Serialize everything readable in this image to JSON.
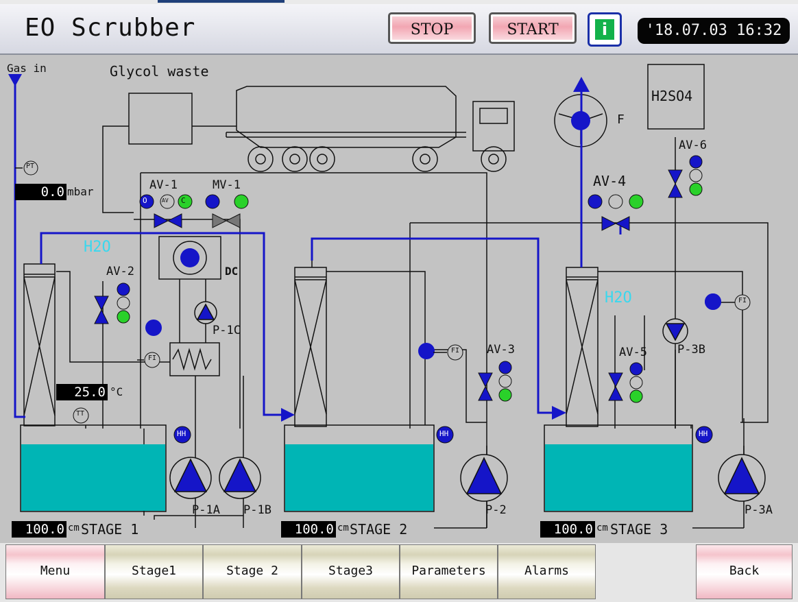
{
  "header": {
    "title": "EO Scrubber",
    "stop_label": "STOP",
    "start_label": "START",
    "info_label": "i",
    "datetime": "'18.07.03 16:32"
  },
  "process": {
    "gas_in": "Gas in",
    "glycol_waste": "Glycol waste",
    "h2so4": "H2SO4",
    "h2o_1": "H2O",
    "h2o_2": "H2O",
    "fan": "F",
    "dc": "DC",
    "pressure_tag": "PT",
    "pressure_value": "0.0",
    "pressure_unit": "mbar",
    "temp_tag": "TT",
    "temp_value": "25.0",
    "temp_unit": "°C",
    "valves": {
      "av1": "AV-1",
      "mv1": "MV-1",
      "av2": "AV-2",
      "av3": "AV-3",
      "av4": "AV-4",
      "av5": "AV-5",
      "av6": "AV-6"
    },
    "pumps": {
      "p1a": "P-1A",
      "p1b": "P-1B",
      "p1c": "P-1C",
      "p2": "P-2",
      "p3a": "P-3A",
      "p3b": "P-3B"
    },
    "level_alarm": "HH",
    "flow_tag": "FI",
    "valve_open": "O",
    "valve_close": "C",
    "valve_av": "AV",
    "stages": [
      {
        "level": "100.0",
        "unit": "cm",
        "name": "STAGE 1"
      },
      {
        "level": "100.0",
        "unit": "cm",
        "name": "STAGE 2"
      },
      {
        "level": "100.0",
        "unit": "cm",
        "name": "STAGE 3"
      }
    ]
  },
  "nav": {
    "menu": "Menu",
    "stage1": "Stage1",
    "stage2": "Stage 2",
    "stage3": "Stage3",
    "parameters": "Parameters",
    "alarms": "Alarms",
    "back": "Back"
  },
  "colors": {
    "pipe_blue": "#1515c8",
    "water": "#00b5b5",
    "status_on": "#2ad12a",
    "panel": "#c3c3c3"
  }
}
